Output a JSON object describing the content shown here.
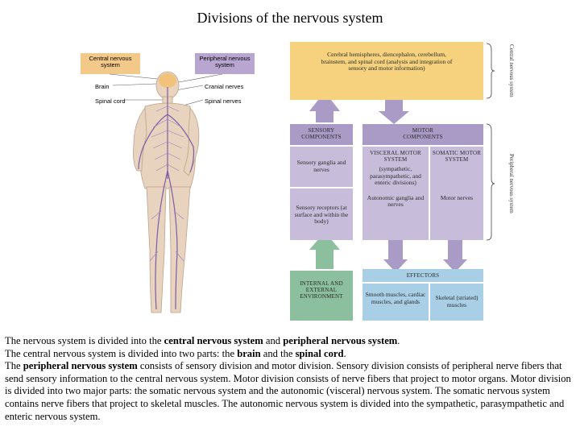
{
  "title": "Divisions of the nervous system",
  "figure": {
    "labels": {
      "cns_box": "Central nervous system",
      "pns_box": "Peripheral nervous system",
      "brain": "Brain",
      "spinal_cord": "Spinal cord",
      "cranial_nerves": "Cranial nerves",
      "spinal_nerves": "Spinal nerves"
    }
  },
  "diagram": {
    "cns_text": "Cerebral hemispheres, diencephalon, cerebellum, brainstem, and spinal cord (analysis and integration of sensory and motor information)",
    "sensory_header": "SENSORY COMPONENTS",
    "sensory_ganglia": "Sensory ganglia and nerves",
    "sensory_receptors": "Sensory receptors (at surface and within the body)",
    "motor_header": "MOTOR COMPONENTS",
    "visceral_header": "VISCERAL MOTOR SYSTEM",
    "visceral_sub": "(sympathetic, parasympathetic, and enteric divisions)",
    "autonomic": "Autonomic ganglia and nerves",
    "somatic_header": "SOMATIC MOTOR SYSTEM",
    "motor_nerves": "Motor nerves",
    "environment": "INTERNAL AND EXTERNAL ENVIRONMENT",
    "effectors": "EFFECTORS",
    "smooth": "Smooth muscles, cardiac muscles, and glands",
    "skeletal": "Skeletal (striated) muscles",
    "side_cns": "Central nervous system",
    "side_pns": "Peripheral nervous system",
    "colors": {
      "cns": "#f6d27e",
      "purple": "#a99ac6",
      "purple_light": "#c7bddb",
      "purple_dark": "#8f7fb4",
      "green": "#8cbf9d",
      "blue": "#a9cfe6",
      "label_orange": "#f3c98a",
      "label_purple": "#b8a6d0"
    }
  },
  "paragraph": {
    "l1_a": "The nervous system is divided into the ",
    "l1_b": "central nervous system",
    "l1_c": " and ",
    "l1_d": "peripheral nervous system",
    "l1_e": ".",
    "l2_a": "The central nervous system is divided into two parts: the ",
    "l2_b": "brain",
    "l2_c": " and the ",
    "l2_d": "spinal cord",
    "l2_e": ".",
    "l3_a": "The ",
    "l3_b": "peripheral nervous system",
    "l3_c": " consists of sensory division and motor division. Sensory division consists of peripheral nerve fibers that send sensory information to the central nervous system. Motor division consists of nerve fibers that project to motor organs. Motor division is divided into two major parts: the somatic nervous system and the autonomic (visceral) nervous system. The somatic nervous system contains nerve fibers that project to skeletal muscles. The autonomic nervous system is divided into the sympathetic, parasympathetic and enteric nervous system."
  }
}
